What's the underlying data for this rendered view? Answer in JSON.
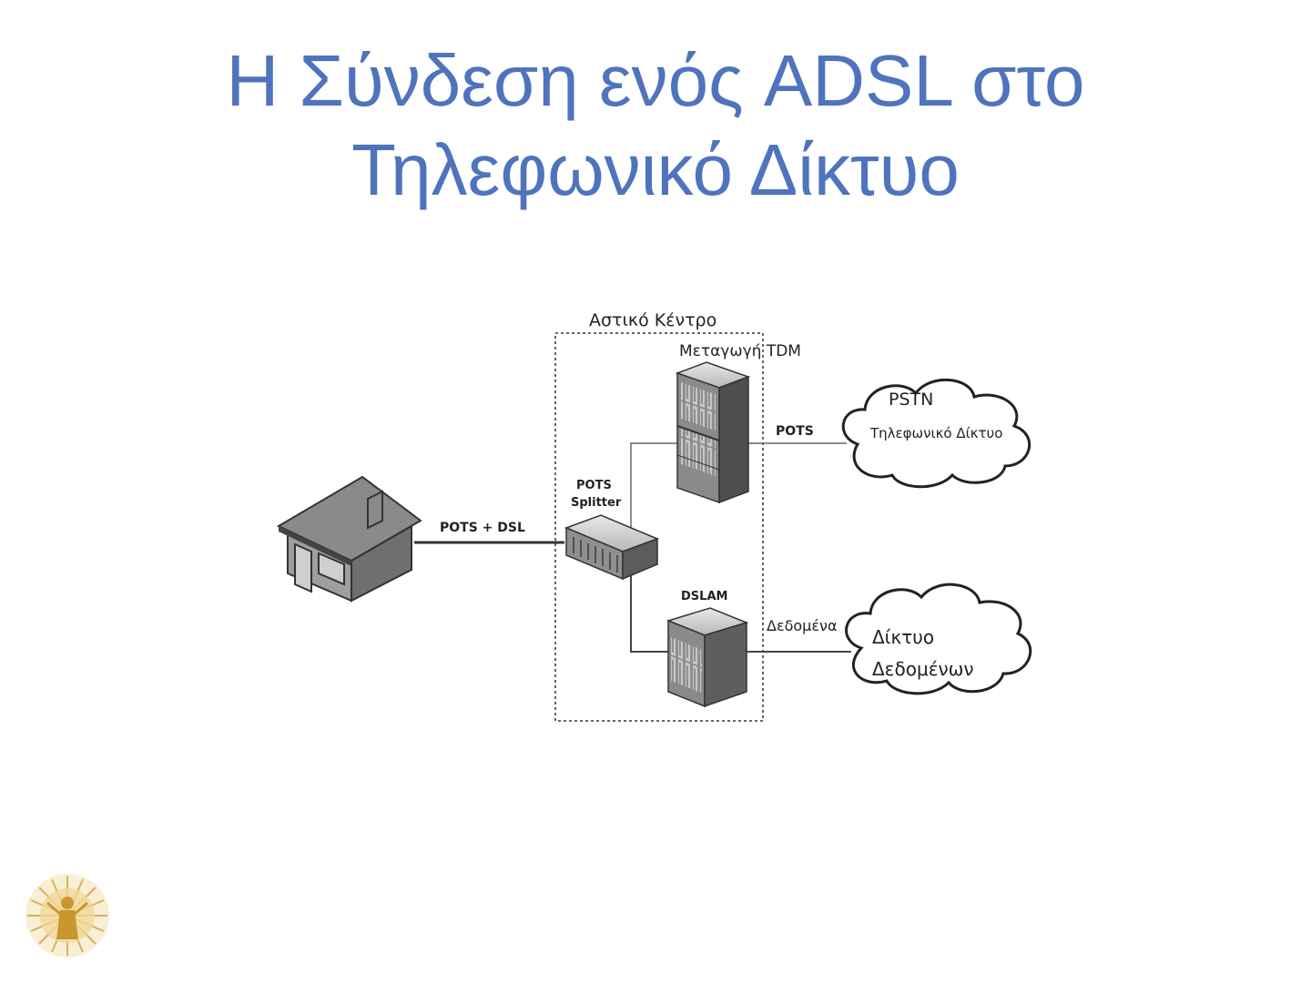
{
  "slide": {
    "title_line1": "Η Σύνδεση ενός ADSL στο",
    "title_line2": "Τηλεφωνικό Δίκτυο"
  },
  "diagram": {
    "central_office_label": "Αστικό Κέντρο",
    "tdm_switch_label": "Μεταγωγή TDM",
    "pots_splitter_label_line1": "POTS",
    "pots_splitter_label_line2": "Splitter",
    "dslam_label": "DSLAM",
    "home_link_label": "POTS + DSL",
    "pots_link_label": "POTS",
    "data_link_label": "Δεδομένα",
    "pstn_cloud_label_line1": "PSTN",
    "pstn_cloud_label_line2": "Τηλεφωνικό Δίκτυο",
    "data_cloud_label_line1": "Δίκτυο",
    "data_cloud_label_line2": "Δεδομένων"
  },
  "colors": {
    "title": "#4f74bd",
    "logo": "#d8b15a"
  },
  "icons": [
    "house-icon",
    "pots-splitter-icon",
    "tdm-switch-icon",
    "dslam-icon",
    "cloud-icon",
    "university-logo-icon"
  ]
}
